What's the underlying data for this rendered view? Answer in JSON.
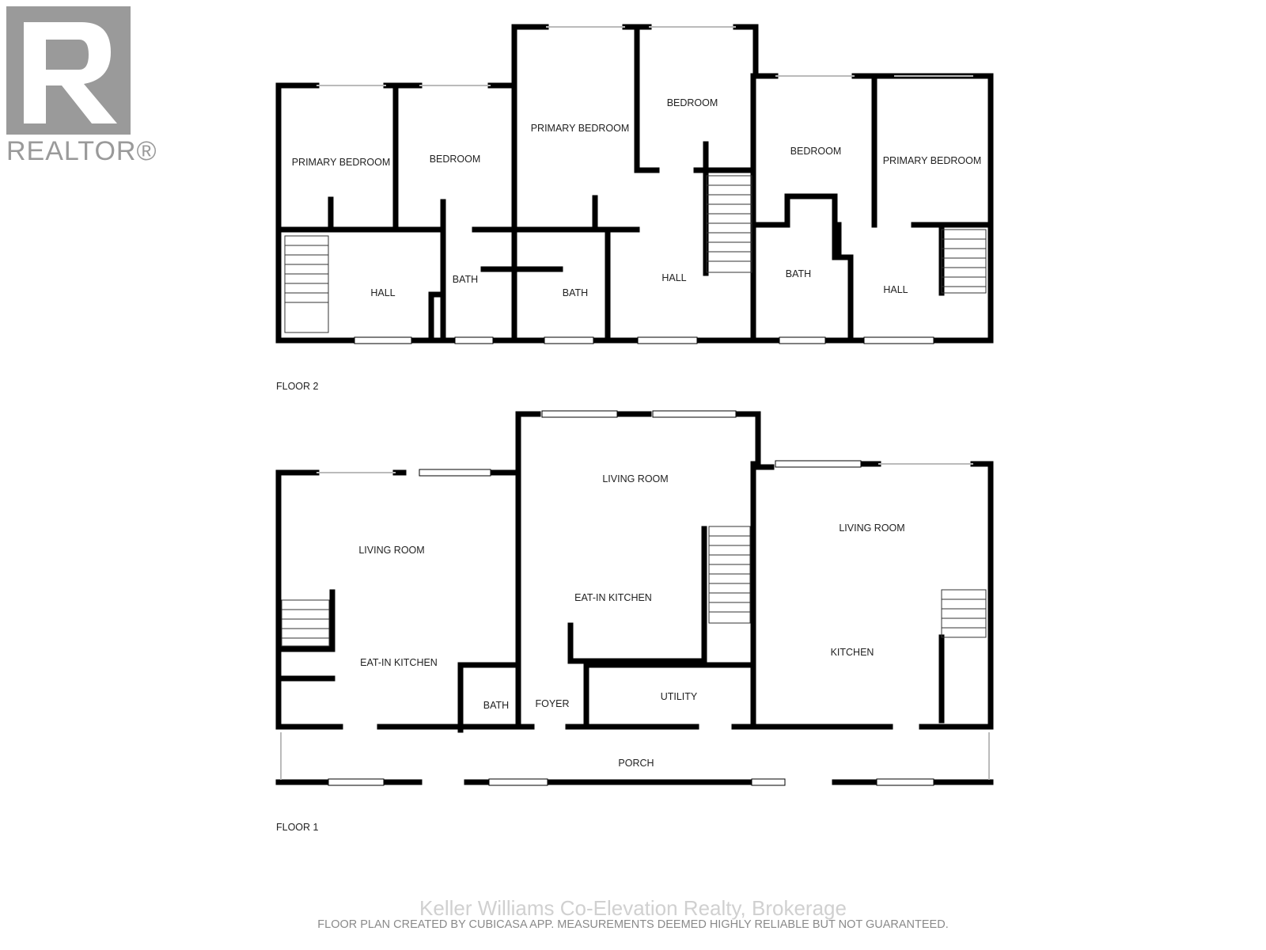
{
  "logo": {
    "text": "REALTOR®",
    "color": "#9a9a9a"
  },
  "floor2": {
    "label": "FLOOR 2",
    "rooms": [
      {
        "id": "f2-primary-bedroom-1",
        "label": "PRIMARY BEDROOM"
      },
      {
        "id": "f2-bedroom-1",
        "label": "BEDROOM"
      },
      {
        "id": "f2-primary-bedroom-2",
        "label": "PRIMARY BEDROOM"
      },
      {
        "id": "f2-bedroom-2",
        "label": "BEDROOM"
      },
      {
        "id": "f2-bedroom-3",
        "label": "BEDROOM"
      },
      {
        "id": "f2-primary-bedroom-3",
        "label": "PRIMARY BEDROOM"
      },
      {
        "id": "f2-hall-1",
        "label": "HALL"
      },
      {
        "id": "f2-bath-1",
        "label": "BATH"
      },
      {
        "id": "f2-bath-2",
        "label": "BATH"
      },
      {
        "id": "f2-hall-2",
        "label": "HALL"
      },
      {
        "id": "f2-bath-3",
        "label": "BATH"
      },
      {
        "id": "f2-hall-3",
        "label": "HALL"
      }
    ]
  },
  "floor1": {
    "label": "FLOOR 1",
    "rooms": [
      {
        "id": "f1-living-room-1",
        "label": "LIVING ROOM"
      },
      {
        "id": "f1-eat-in-kitchen-1",
        "label": "EAT-IN KITCHEN"
      },
      {
        "id": "f1-living-room-2",
        "label": "LIVING ROOM"
      },
      {
        "id": "f1-eat-in-kitchen-2",
        "label": "EAT-IN KITCHEN"
      },
      {
        "id": "f1-living-room-3",
        "label": "LIVING ROOM"
      },
      {
        "id": "f1-kitchen",
        "label": "KITCHEN"
      },
      {
        "id": "f1-bath",
        "label": "BATH"
      },
      {
        "id": "f1-foyer",
        "label": "FOYER"
      },
      {
        "id": "f1-utility",
        "label": "UTILITY"
      },
      {
        "id": "f1-porch",
        "label": "PORCH"
      }
    ]
  },
  "watermark": "Keller Williams Co-Elevation Realty, Brokerage",
  "footer_note": "FLOOR PLAN CREATED BY CUBICASA APP. MEASUREMENTS DEEMED HIGHLY RELIABLE BUT NOT GUARANTEED."
}
